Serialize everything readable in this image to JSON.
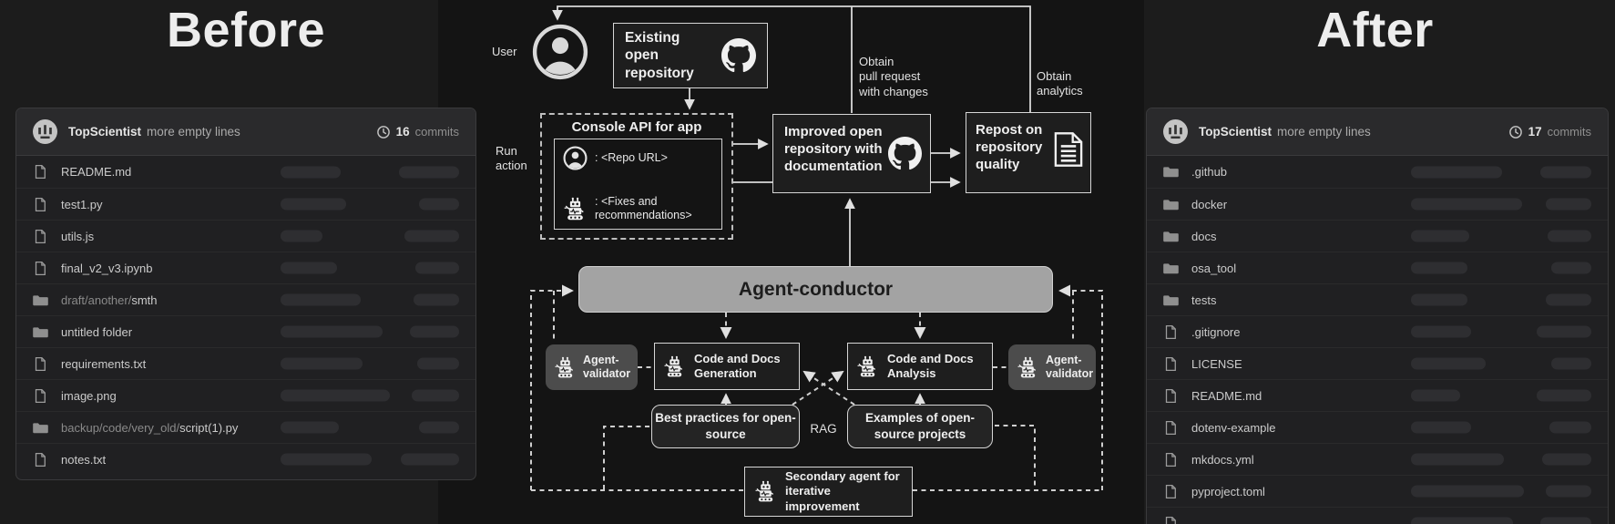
{
  "titles": {
    "before": "Before",
    "after": "After"
  },
  "panel_before": {
    "owner": "TopScientist",
    "commit_message": "more empty lines",
    "commits_count": "16",
    "commits_label": "commits",
    "rows": [
      {
        "type": "file",
        "name": "README.md",
        "pills": [
          66,
          66
        ]
      },
      {
        "type": "file",
        "name": "test1.py",
        "pills": [
          72,
          44
        ]
      },
      {
        "type": "file",
        "name": "utils.js",
        "pills": [
          46,
          60
        ]
      },
      {
        "type": "file",
        "name": "final_v2_v3.ipynb",
        "pills": [
          62,
          48
        ]
      },
      {
        "type": "folder",
        "prefix": "draft/another/",
        "name": "smth",
        "pills": [
          88,
          50
        ]
      },
      {
        "type": "folder",
        "name": "untitled folder",
        "pills": [
          112,
          54
        ]
      },
      {
        "type": "file",
        "name": "requirements.txt",
        "pills": [
          90,
          46
        ]
      },
      {
        "type": "file",
        "name": "image.png",
        "pills": [
          120,
          52
        ]
      },
      {
        "type": "folder",
        "prefix": "backup/code/very_old/",
        "name": "script(1).py",
        "pills": [
          64,
          44
        ]
      },
      {
        "type": "file",
        "name": "notes.txt",
        "pills": [
          100,
          64
        ]
      }
    ]
  },
  "panel_after": {
    "owner": "TopScientist",
    "commit_message": "more empty lines",
    "commits_count": "17",
    "commits_label": "commits",
    "rows": [
      {
        "type": "folder",
        "name": ".github",
        "pills": [
          100,
          56
        ]
      },
      {
        "type": "folder",
        "name": "docker",
        "pills": [
          122,
          50
        ]
      },
      {
        "type": "folder",
        "name": "docs",
        "pills": [
          64,
          48
        ]
      },
      {
        "type": "folder",
        "name": "osa_tool",
        "pills": [
          62,
          44
        ]
      },
      {
        "type": "folder",
        "name": "tests",
        "pills": [
          62,
          50
        ]
      },
      {
        "type": "file",
        "name": ".gitignore",
        "pills": [
          66,
          60
        ]
      },
      {
        "type": "file",
        "name": "LICENSE",
        "pills": [
          82,
          44
        ]
      },
      {
        "type": "file",
        "name": "README.md",
        "pills": [
          54,
          60
        ]
      },
      {
        "type": "file",
        "name": "dotenv-example",
        "pills": [
          66,
          46
        ]
      },
      {
        "type": "file",
        "name": "mkdocs.yml",
        "pills": [
          102,
          54
        ]
      },
      {
        "type": "file",
        "name": "pyproject.toml",
        "pills": [
          124,
          50
        ]
      },
      {
        "type": "file",
        "name": "",
        "pills": [
          112,
          56
        ]
      }
    ]
  },
  "diagram": {
    "user_label": "User",
    "existing_repo": "Existing open repository",
    "run_action": "Run\naction",
    "console_title": "Console API for app",
    "console_user_value": ": <Repo URL>",
    "console_agent_value": ": <Fixes and\nrecommendations>",
    "obtain_pr": "Obtain\npull request\nwith changes",
    "obtain_analytics": "Obtain\nanalytics",
    "improved_repo": "Improved open repository with documentation",
    "repost": "Repost on repository quality",
    "conductor": "Agent-conductor",
    "validator_left": "Agent-validator",
    "validator_right": "Agent-validator",
    "generation": "Code and Docs Generation",
    "analysis": "Code and Docs Analysis",
    "best_practices": "Best practices for open-source",
    "examples": "Examples of open-source projects",
    "rag": "RAG",
    "secondary": "Secondary agent for iterative improvement",
    "colors": {
      "line": "#d8d8d8",
      "dashed_line": "#cfcfcf",
      "conductor_fill": "#a3a3a3",
      "validator_fill": "#4c4c4c",
      "box_border": "#d6d6d6",
      "background_center": "#141414"
    }
  }
}
